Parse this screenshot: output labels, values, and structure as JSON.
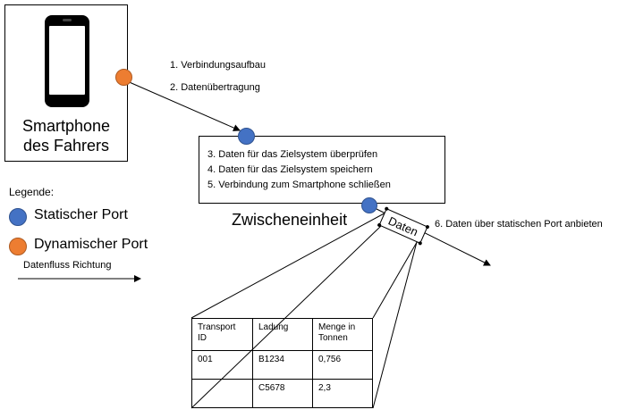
{
  "smartphone": {
    "label_line1": "Smartphone",
    "label_line2": "des Fahrers"
  },
  "steps_left": {
    "step1": "1. Verbindungsaufbau",
    "step2": "2. Datenübertragung"
  },
  "zwischeneinheit": {
    "title": "Zwischeneinheit",
    "step3": "3. Daten für das Zielsystem überprüfen",
    "step4": "4. Daten für das Zielsystem speichern",
    "step5": "5. Verbindung zum Smartphone schließen"
  },
  "daten_label": "Daten",
  "step6": "6. Daten über statischen Port anbieten",
  "legend": {
    "title": "Legende:",
    "static_port": "Statischer Port",
    "dynamic_port": "Dynamischer Port",
    "flow_direction": "Datenfluss Richtung",
    "colors": {
      "static": "#4472c4",
      "dynamic": "#ed7d31"
    }
  },
  "table": {
    "headers": [
      "Transport ID",
      "Ladung",
      "Menge in Tonnen"
    ],
    "rows": [
      [
        "001",
        "B1234",
        "0,756"
      ],
      [
        "",
        "C5678",
        "2,3"
      ]
    ]
  }
}
